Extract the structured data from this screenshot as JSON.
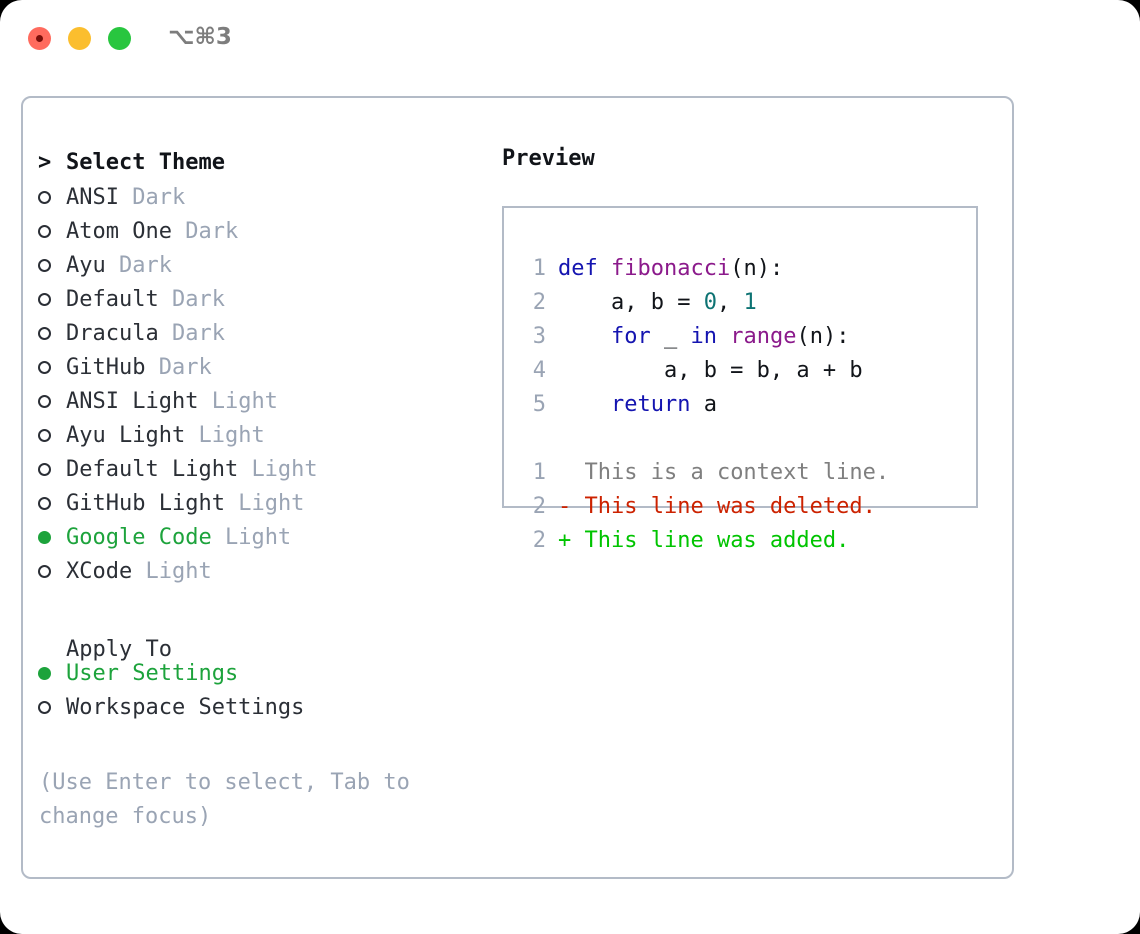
{
  "titlebar": {
    "title": "⌥⌘3",
    "buttons": {
      "close": "close-button",
      "minimize": "minimize-button",
      "maximize": "maximize-button"
    }
  },
  "theme_selector": {
    "caret": ">",
    "heading": "Select Theme",
    "marker_selected": "●",
    "marker_unselected": "○",
    "items": [
      {
        "name": "ANSI",
        "variant": "Dark",
        "selected": false
      },
      {
        "name": "Atom One",
        "variant": "Dark",
        "selected": false
      },
      {
        "name": "Ayu",
        "variant": "Dark",
        "selected": false
      },
      {
        "name": "Default",
        "variant": "Dark",
        "selected": false
      },
      {
        "name": "Dracula",
        "variant": "Dark",
        "selected": false
      },
      {
        "name": "GitHub",
        "variant": "Dark",
        "selected": false
      },
      {
        "name": "ANSI Light",
        "variant": "Light",
        "selected": false
      },
      {
        "name": "Ayu Light",
        "variant": "Light",
        "selected": false
      },
      {
        "name": "Default Light",
        "variant": "Light",
        "selected": false
      },
      {
        "name": "GitHub Light",
        "variant": "Light",
        "selected": false
      },
      {
        "name": "Google Code",
        "variant": "Light",
        "selected": true
      },
      {
        "name": "XCode",
        "variant": "Light",
        "selected": false
      }
    ]
  },
  "apply_to": {
    "heading": "Apply To",
    "items": [
      {
        "name": "User Settings",
        "selected": true
      },
      {
        "name": "Workspace Settings",
        "selected": false
      }
    ]
  },
  "hint": "(Use Enter to select, Tab to change focus)",
  "preview": {
    "title": "Preview",
    "code_lines": [
      {
        "num": "1",
        "tokens": [
          {
            "t": "def ",
            "c": "kw"
          },
          {
            "t": "fibonacci",
            "c": "fn"
          },
          {
            "t": "(n):",
            "c": "plain"
          }
        ]
      },
      {
        "num": "2",
        "tokens": [
          {
            "t": "    a, b = ",
            "c": "plain"
          },
          {
            "t": "0",
            "c": "num"
          },
          {
            "t": ", ",
            "c": "plain"
          },
          {
            "t": "1",
            "c": "num"
          }
        ]
      },
      {
        "num": "3",
        "tokens": [
          {
            "t": "    ",
            "c": "plain"
          },
          {
            "t": "for",
            "c": "kw"
          },
          {
            "t": " _ ",
            "c": "plain"
          },
          {
            "t": "in",
            "c": "kw"
          },
          {
            "t": " ",
            "c": "plain"
          },
          {
            "t": "range",
            "c": "fn"
          },
          {
            "t": "(n):",
            "c": "plain"
          }
        ]
      },
      {
        "num": "4",
        "tokens": [
          {
            "t": "        a, b = b, a + b",
            "c": "plain"
          }
        ]
      },
      {
        "num": "5",
        "tokens": [
          {
            "t": "    ",
            "c": "plain"
          },
          {
            "t": "return",
            "c": "kw"
          },
          {
            "t": " a",
            "c": "plain"
          }
        ]
      }
    ],
    "diff_lines": [
      {
        "num": "1",
        "sign": " ",
        "text": "This is a context line.",
        "kind": "ctx"
      },
      {
        "num": "2",
        "sign": "-",
        "text": "This line was deleted.",
        "kind": "del"
      },
      {
        "num": "2",
        "sign": "+",
        "text": "This line was added.",
        "kind": "add"
      }
    ]
  },
  "colors": {
    "accent_green": "#1da33c",
    "diff_added": "#00c400",
    "diff_deleted": "#cc2200",
    "keyword_blue": "#1414b0",
    "function_purple": "#8b1a8b",
    "number_teal": "#0d7373",
    "dim_gray": "#9aa4b4",
    "border": "#b3bbc7",
    "traffic_red": "#ff6b5e",
    "traffic_yellow": "#fbbe2e",
    "traffic_green": "#28c63f"
  }
}
